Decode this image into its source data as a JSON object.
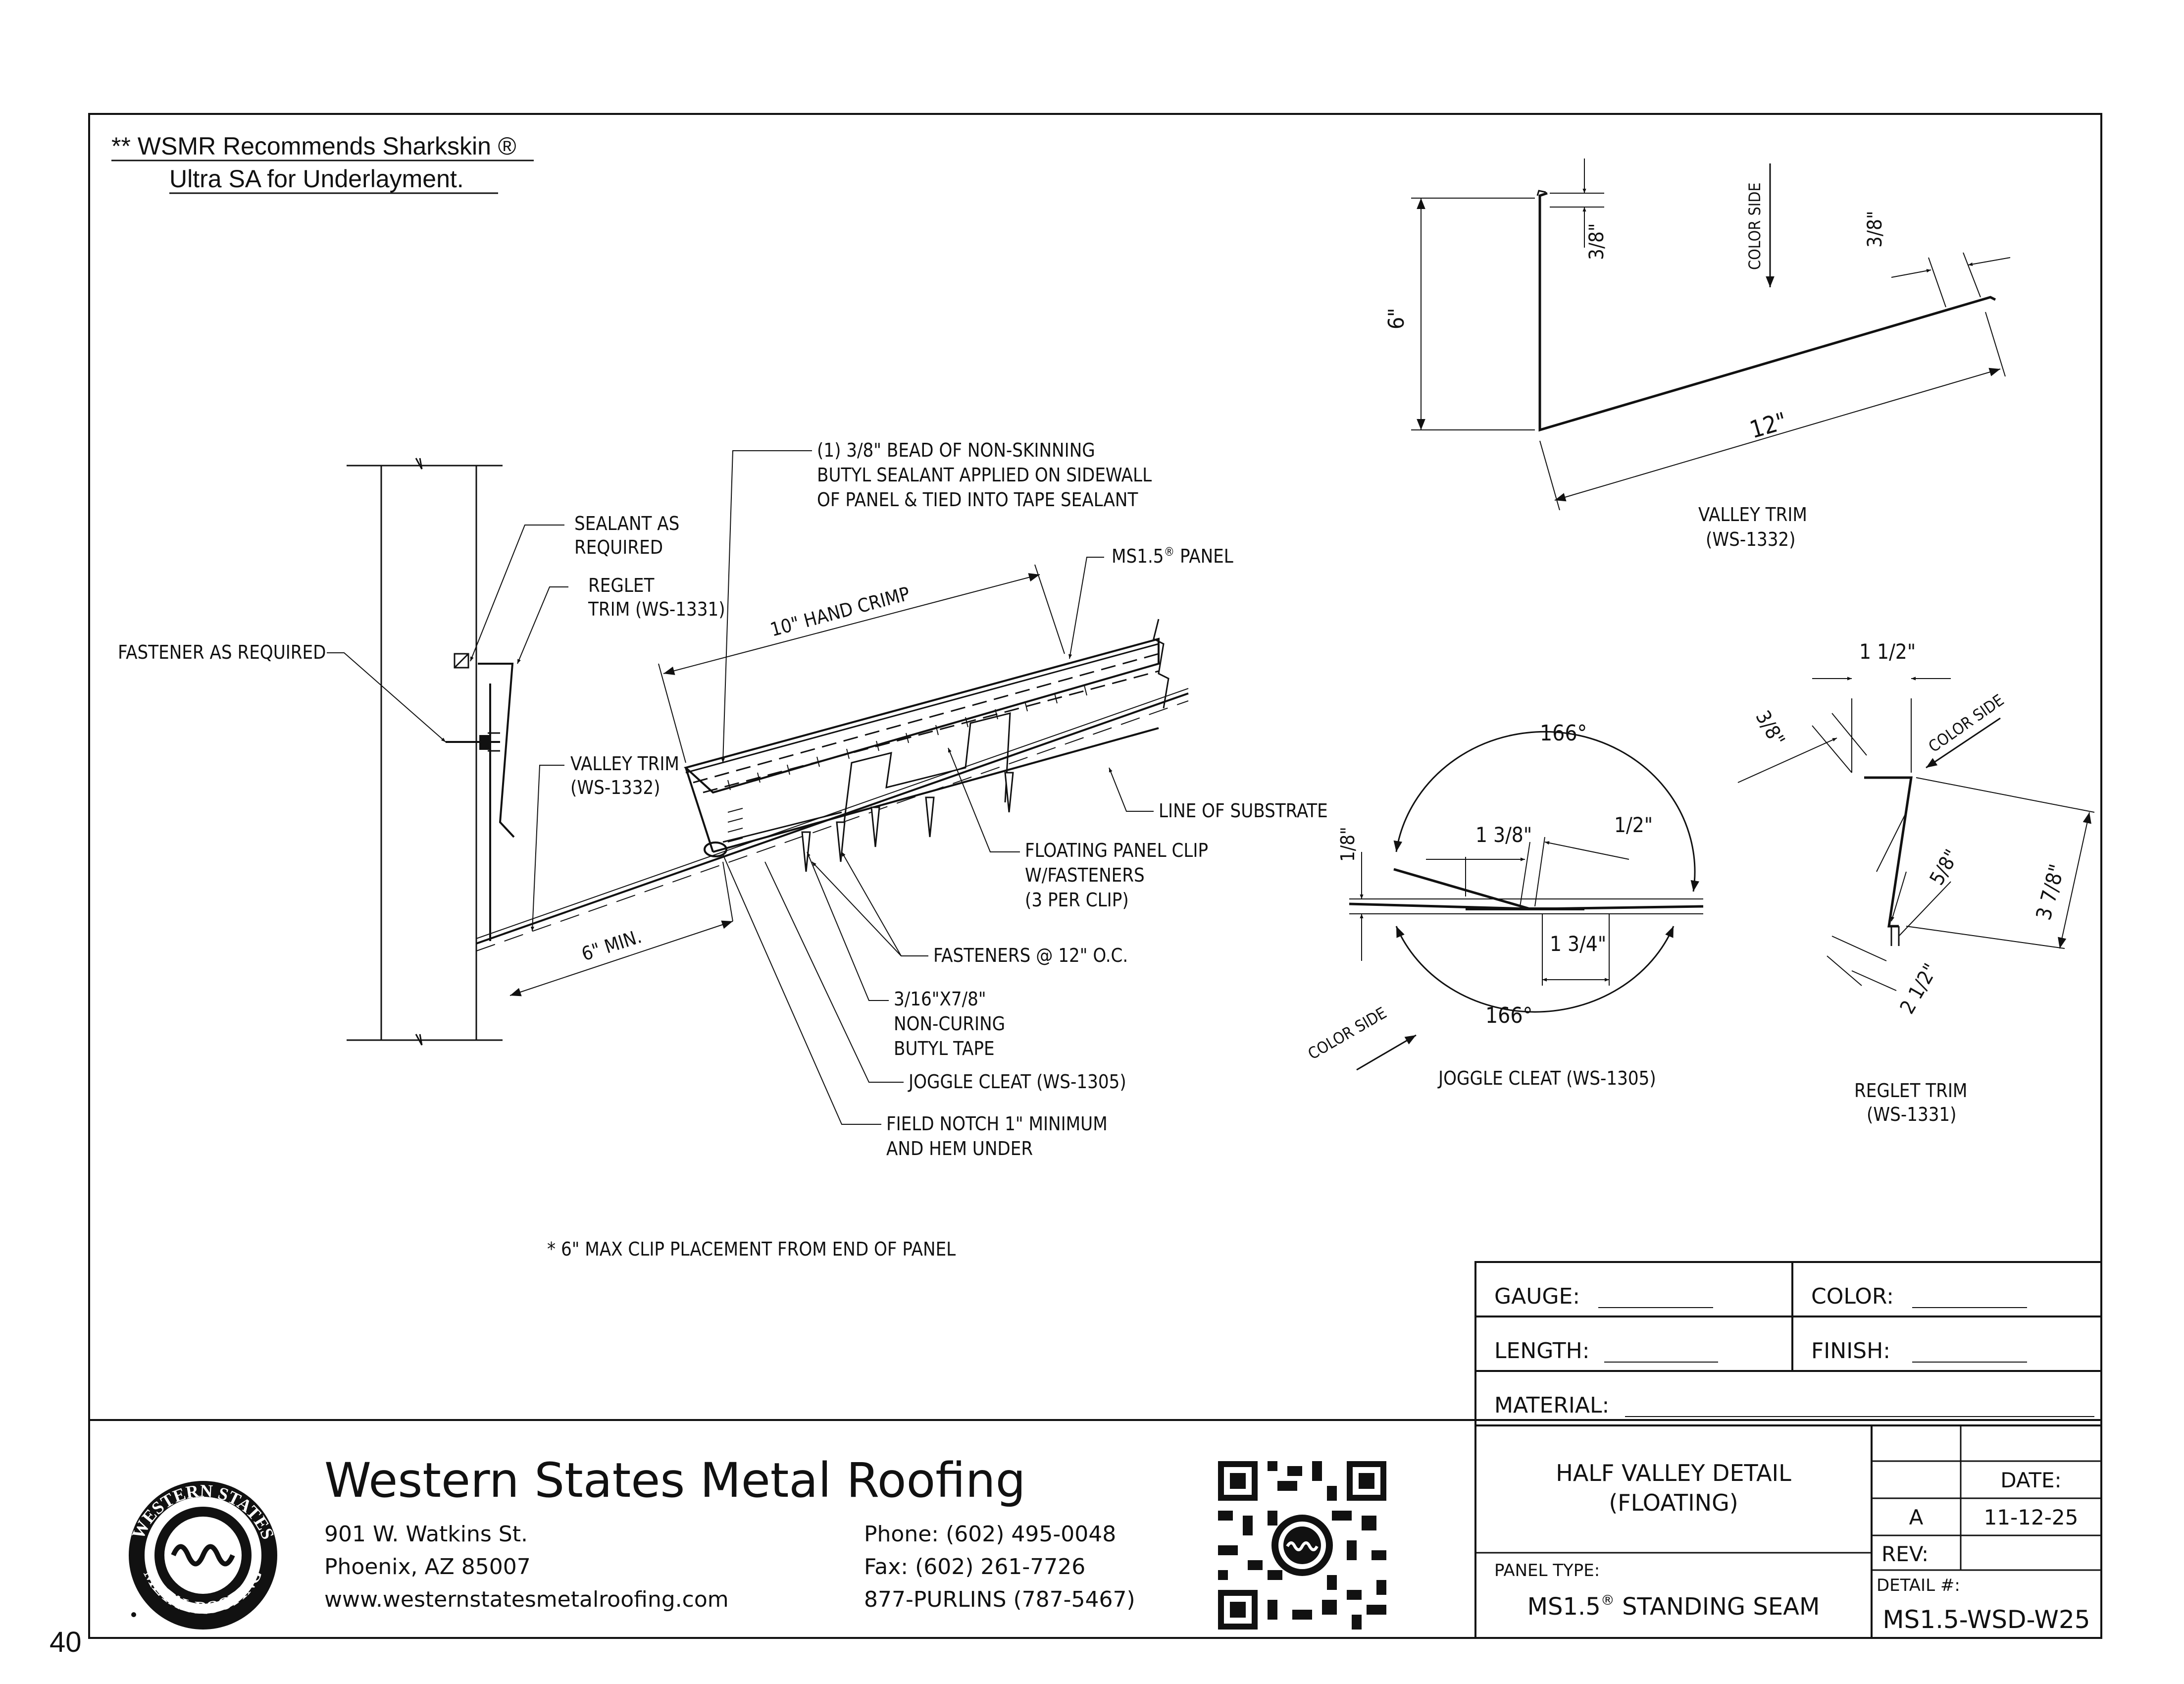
{
  "page_number": "40",
  "note": {
    "line1": "** WSMR Recommends Sharkskin ®",
    "line2": "Ultra SA for Underlayment."
  },
  "main_detail": {
    "callout_bead": [
      "(1) 3/8\" BEAD OF NON-SKINNING",
      "BUTYL SEALANT APPLIED ON SIDEWALL",
      "OF PANEL & TIED INTO TAPE SEALANT"
    ],
    "sealant": [
      "SEALANT AS",
      "REQUIRED"
    ],
    "reglet_trim": [
      "REGLET",
      "TRIM (WS-1331)"
    ],
    "hand_crimp": "10\" HAND CRIMP",
    "panel_prefix": "MS1.5",
    "panel_reg": "®",
    "panel_suffix": " PANEL",
    "fastener": "FASTENER AS REQUIRED",
    "valley_trim": [
      "VALLEY TRIM",
      "(WS-1332)"
    ],
    "substrate": "LINE OF SUBSTRATE",
    "clip": [
      "FLOATING PANEL CLIP",
      "W/FASTENERS",
      "(3 PER CLIP)"
    ],
    "fasteners_oc": "FASTENERS @ 12\" O.C.",
    "min6": "6\" MIN.",
    "tape": [
      "3/16\"X7/8\"",
      "NON-CURING",
      "BUTYL TAPE"
    ],
    "joggle": "JOGGLE CLEAT (WS-1305)",
    "notch": [
      "FIELD NOTCH 1\" MINIMUM",
      "AND HEM UNDER"
    ],
    "clip_note": "* 6\" MAX CLIP PLACEMENT FROM END OF PANEL"
  },
  "valley_trim_detail": {
    "title": [
      "VALLEY TRIM",
      "(WS-1332)"
    ],
    "color_side": "COLOR SIDE",
    "dim_height": "6\"",
    "dim_hem": "3/8\"",
    "dim_hem2": "3/8\"",
    "dim_length": "12\""
  },
  "joggle_detail": {
    "title": "JOGGLE CLEAT (WS-1305)",
    "color_side": "COLOR SIDE",
    "angle_top": "166°",
    "angle_bottom": "166°",
    "dim_1_3_8": "1 3/8\"",
    "dim_half": "1/2\"",
    "dim_eighth": "1/8\"",
    "dim_1_3_4": "1 3/4\""
  },
  "reglet_detail": {
    "title": [
      "REGLET TRIM",
      "(WS-1331)"
    ],
    "color_side": "COLOR SIDE",
    "dim_1_half": "1 1/2\"",
    "dim_3_8": "3/8\"",
    "dim_5_8": "5/8\"",
    "dim_3_7_8": "3 7/8\"",
    "dim_2_half": "2 1/2\""
  },
  "spec_box": {
    "gauge": "GAUGE:",
    "color": "COLOR:",
    "length": "LENGTH:",
    "finish": "FINISH:",
    "material": "MATERIAL:"
  },
  "company": {
    "name": "Western States Metal Roofing",
    "address1": "901 W. Watkins St.",
    "address2": "Phoenix, AZ 85007",
    "web": "www.westernstatesmetalroofing.com",
    "phone": "Phone: (602) 495-0048",
    "fax": "Fax: (602) 261-7726",
    "tollfree": "877-PURLINS (787-5467)",
    "logo_text_top": "WESTERN STATES",
    "logo_text_bottom": "METAL ROOFING"
  },
  "title_block": {
    "detail_title": [
      "HALF VALLEY DETAIL",
      "(FLOATING)"
    ],
    "panel_type_label": "PANEL TYPE:",
    "panel_type_value": "MS1.5",
    "panel_type_reg": "®",
    "panel_type_suffix": " STANDING SEAM",
    "date_label": "DATE:",
    "rev_letter": "A",
    "date_value": "11-12-25",
    "rev_label": "REV:",
    "detail_no_label": "DETAIL #:",
    "detail_no": "MS1.5-WSD-W25"
  }
}
